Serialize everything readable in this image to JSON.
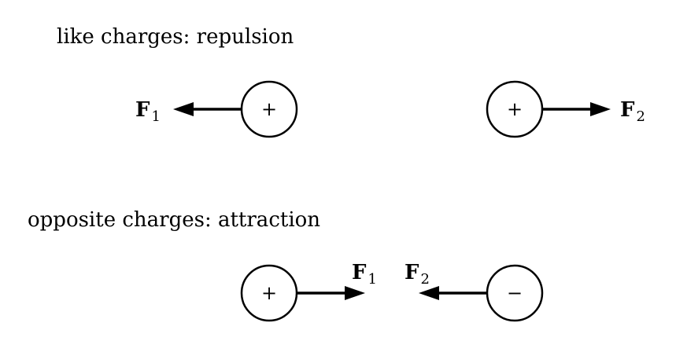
{
  "sections": {
    "like": {
      "caption": "like charges: repulsion",
      "charge_left_sign": "+",
      "charge_right_sign": "+",
      "force_left": {
        "symbol": "F",
        "subscript": "1"
      },
      "force_right": {
        "symbol": "F",
        "subscript": "2"
      }
    },
    "opposite": {
      "caption": "opposite charges: attraction",
      "charge_left_sign": "+",
      "charge_right_sign": "−",
      "force_left": {
        "symbol": "F",
        "subscript": "1"
      },
      "force_right": {
        "symbol": "F",
        "subscript": "2"
      }
    }
  }
}
